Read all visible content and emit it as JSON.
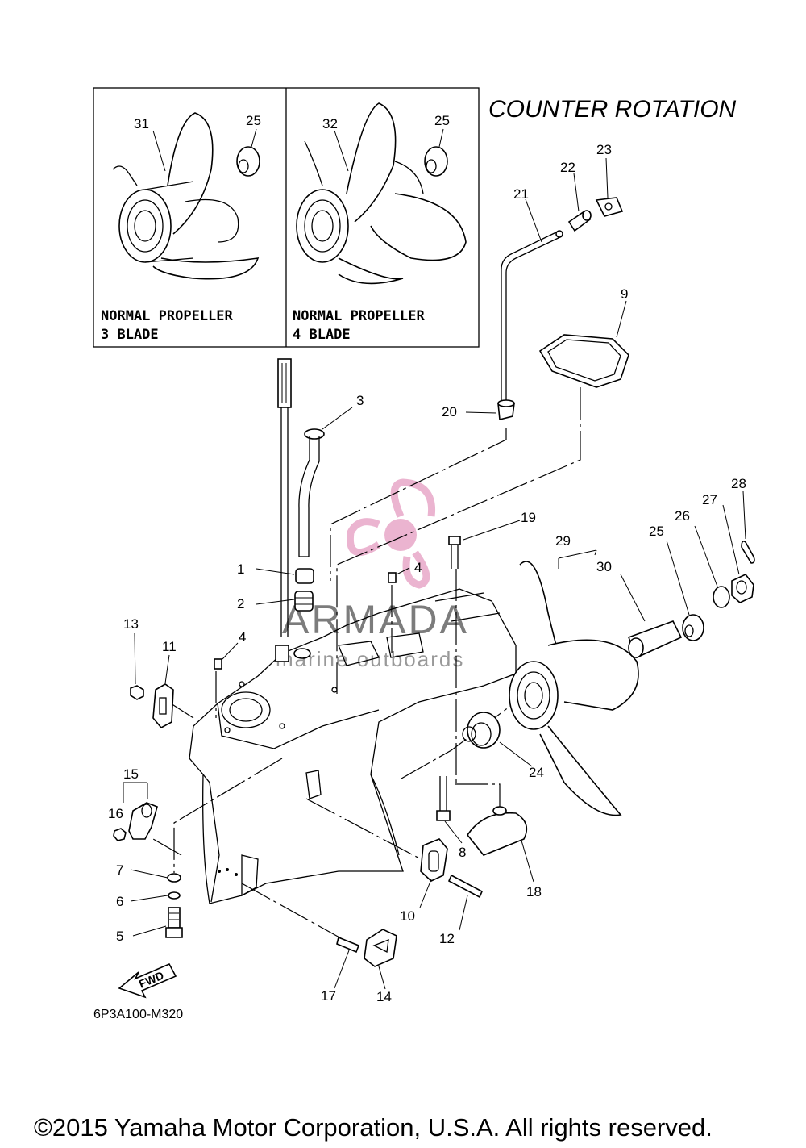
{
  "heading": "COUNTER ROTATION",
  "inset": {
    "left": {
      "line1": "NORMAL PROPELLER",
      "line2": "3 BLADE",
      "part_a": "31",
      "part_b": "25"
    },
    "right": {
      "line1": "NORMAL PROPELLER",
      "line2": "4 BLADE",
      "part_a": "32",
      "part_b": "25"
    }
  },
  "callouts": [
    "1",
    "2",
    "3",
    "4",
    "4",
    "5",
    "6",
    "7",
    "8",
    "9",
    "10",
    "11",
    "12",
    "13",
    "14",
    "15",
    "16",
    "17",
    "18",
    "19",
    "20",
    "21",
    "22",
    "23",
    "24",
    "25",
    "26",
    "27",
    "28",
    "29",
    "30"
  ],
  "fwd_label": "FWD",
  "diagram_code": "6P3A100-M320",
  "watermark": {
    "brand": "ARMADA",
    "tagline": "marine outboards"
  },
  "copyright": "©2015 Yamaha Motor Corporation, U.S.A. All rights reserved.",
  "colors": {
    "watermark_logo": "#e8a7c8",
    "ink": "#000000"
  }
}
